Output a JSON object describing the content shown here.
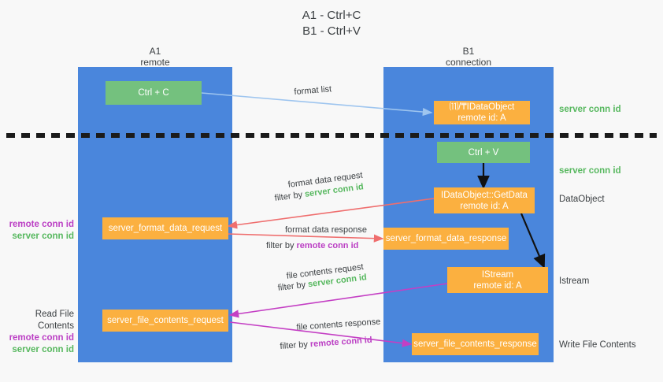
{
  "title": {
    "line1": "A1 - Ctrl+C",
    "line2": "B1 - Ctrl+V"
  },
  "columns": [
    {
      "name": "A1",
      "role": "remote"
    },
    {
      "name": "B1",
      "role": "connection"
    }
  ],
  "colors": {
    "panel": "#4a86dc",
    "node_green": "#74c17e",
    "node_orange": "#fbb040",
    "server_conn_id": "#57b85f",
    "remote_conn_id": "#bb3fc4",
    "arrow_format_list": "#9ec5ef",
    "arrow_format_data": "#ef6e6e",
    "arrow_file_contents": "#c43fc4",
    "arrow_internal": "#111111",
    "separator": "#1b1b1b"
  },
  "nodes": {
    "ctrl_c": {
      "label": "Ctrl + C",
      "style": "green"
    },
    "create_dataobject": {
      "line1": "⑾/₸IDataObject",
      "line2": "remote id: A",
      "style": "orange"
    },
    "ctrl_v": {
      "label": "Ctrl + V",
      "style": "green"
    },
    "getdata": {
      "line1": "IDataObject::GetData",
      "line2": "remote id: A",
      "style": "orange"
    },
    "server_format_data_request": {
      "label": "server_format_data_request",
      "style": "orange"
    },
    "server_format_data_response": {
      "label": "server_format_data_response",
      "style": "orange"
    },
    "istream": {
      "line1": "IStream",
      "line2": "remote id: A",
      "style": "orange"
    },
    "server_file_contents_request": {
      "label": "server_file_contents_request",
      "style": "orange"
    },
    "server_file_contents_response": {
      "label": "server_file_contents_response",
      "style": "orange"
    }
  },
  "right_annotations": [
    {
      "text": "server conn id",
      "kind": "green"
    },
    {
      "text": "server conn id",
      "kind": "green"
    },
    {
      "text": "DataObject",
      "kind": "plain"
    },
    {
      "text": "Istream",
      "kind": "plain"
    },
    {
      "text": "Write File Contents",
      "kind": "plain"
    }
  ],
  "left_annotations": {
    "format_group": [
      {
        "text": "remote conn id",
        "kind": "purple"
      },
      {
        "text": "server conn id",
        "kind": "green"
      }
    ],
    "file_group_heading": "Read File Contents",
    "file_group": [
      {
        "text": "remote conn id",
        "kind": "purple"
      },
      {
        "text": "server conn id",
        "kind": "green"
      }
    ]
  },
  "edge_labels": {
    "format_list": "format list",
    "format_data_request": "format data request",
    "format_data_request_filter_prefix": "filter by ",
    "format_data_request_filter_value": "server conn id",
    "format_data_response": "format data response",
    "format_data_response_filter_prefix": "filter by ",
    "format_data_response_filter_value": "remote conn id",
    "file_contents_request": "file contents request",
    "file_contents_request_filter_prefix": "filter by ",
    "file_contents_request_filter_value": "server conn id",
    "file_contents_response": "file contents response",
    "file_contents_response_filter_prefix": "filter by ",
    "file_contents_response_filter_value": "remote conn id"
  }
}
